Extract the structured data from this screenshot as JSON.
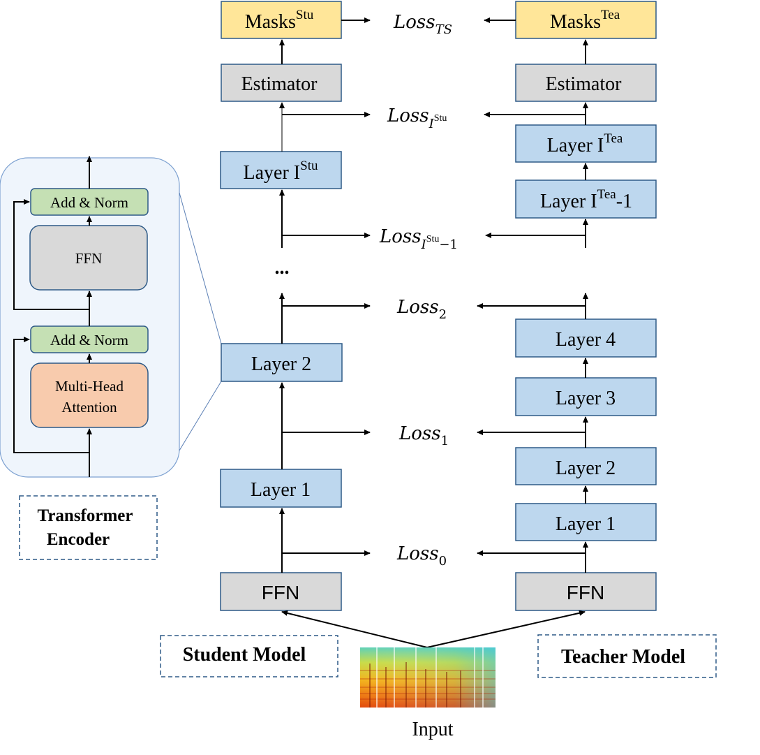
{
  "colors": {
    "layer_fill": "#bdd7ee",
    "layer_stroke": "#2e5a87",
    "gray_fill": "#d9d9d9",
    "mask_fill": "#ffe699",
    "panel_fill": "#eff5fc",
    "panel_stroke": "#7da1d1",
    "addnorm_fill": "#c5e0b4",
    "mha_fill": "#f8cbad",
    "dashed_stroke": "#2e5a87"
  },
  "student": {
    "masks": {
      "base": "Masks",
      "sup": "Stu"
    },
    "estimator": "Estimator",
    "layer_top": {
      "base": "Layer I",
      "sup": "Stu",
      "suffix": ""
    },
    "ellipsis": "...",
    "layer2": "Layer 2",
    "layer1": "Layer 1",
    "ffn": "FFN",
    "label": "Student Model"
  },
  "teacher": {
    "masks": {
      "base": "Masks",
      "sup": "Tea"
    },
    "estimator": "Estimator",
    "layer_top": {
      "base": "Layer I",
      "sup": "Tea",
      "suffix": ""
    },
    "layer_top_minus": {
      "base": "Layer I",
      "sup": "Tea",
      "suffix": "-1"
    },
    "layer4": "Layer 4",
    "layer3": "Layer 3",
    "layer2": "Layer 2",
    "layer1": "Layer 1",
    "ffn": "FFN",
    "label": "Teacher Model"
  },
  "losses": {
    "ts": {
      "base": "Loss",
      "sub": "TS"
    },
    "i_stu": {
      "base": "Loss",
      "sub": "I",
      "subsup": "Stu",
      "subtail": ""
    },
    "i_stu_minus": {
      "base": "Loss",
      "sub": "I",
      "subsup": "Stu",
      "subtail": "−1"
    },
    "l2": {
      "base": "Loss",
      "sub": "2"
    },
    "l1": {
      "base": "Loss",
      "sub": "1"
    },
    "l0": {
      "base": "Loss",
      "sub": "0"
    }
  },
  "encoder": {
    "add_norm_top": "Add & Norm",
    "ffn": "FFN",
    "add_norm_bottom": "Add & Norm",
    "mha_line1": "Multi-Head",
    "mha_line2": "Attention",
    "label_line1": "Transformer",
    "label_line2": "Encoder"
  },
  "input": {
    "label": "Input"
  }
}
